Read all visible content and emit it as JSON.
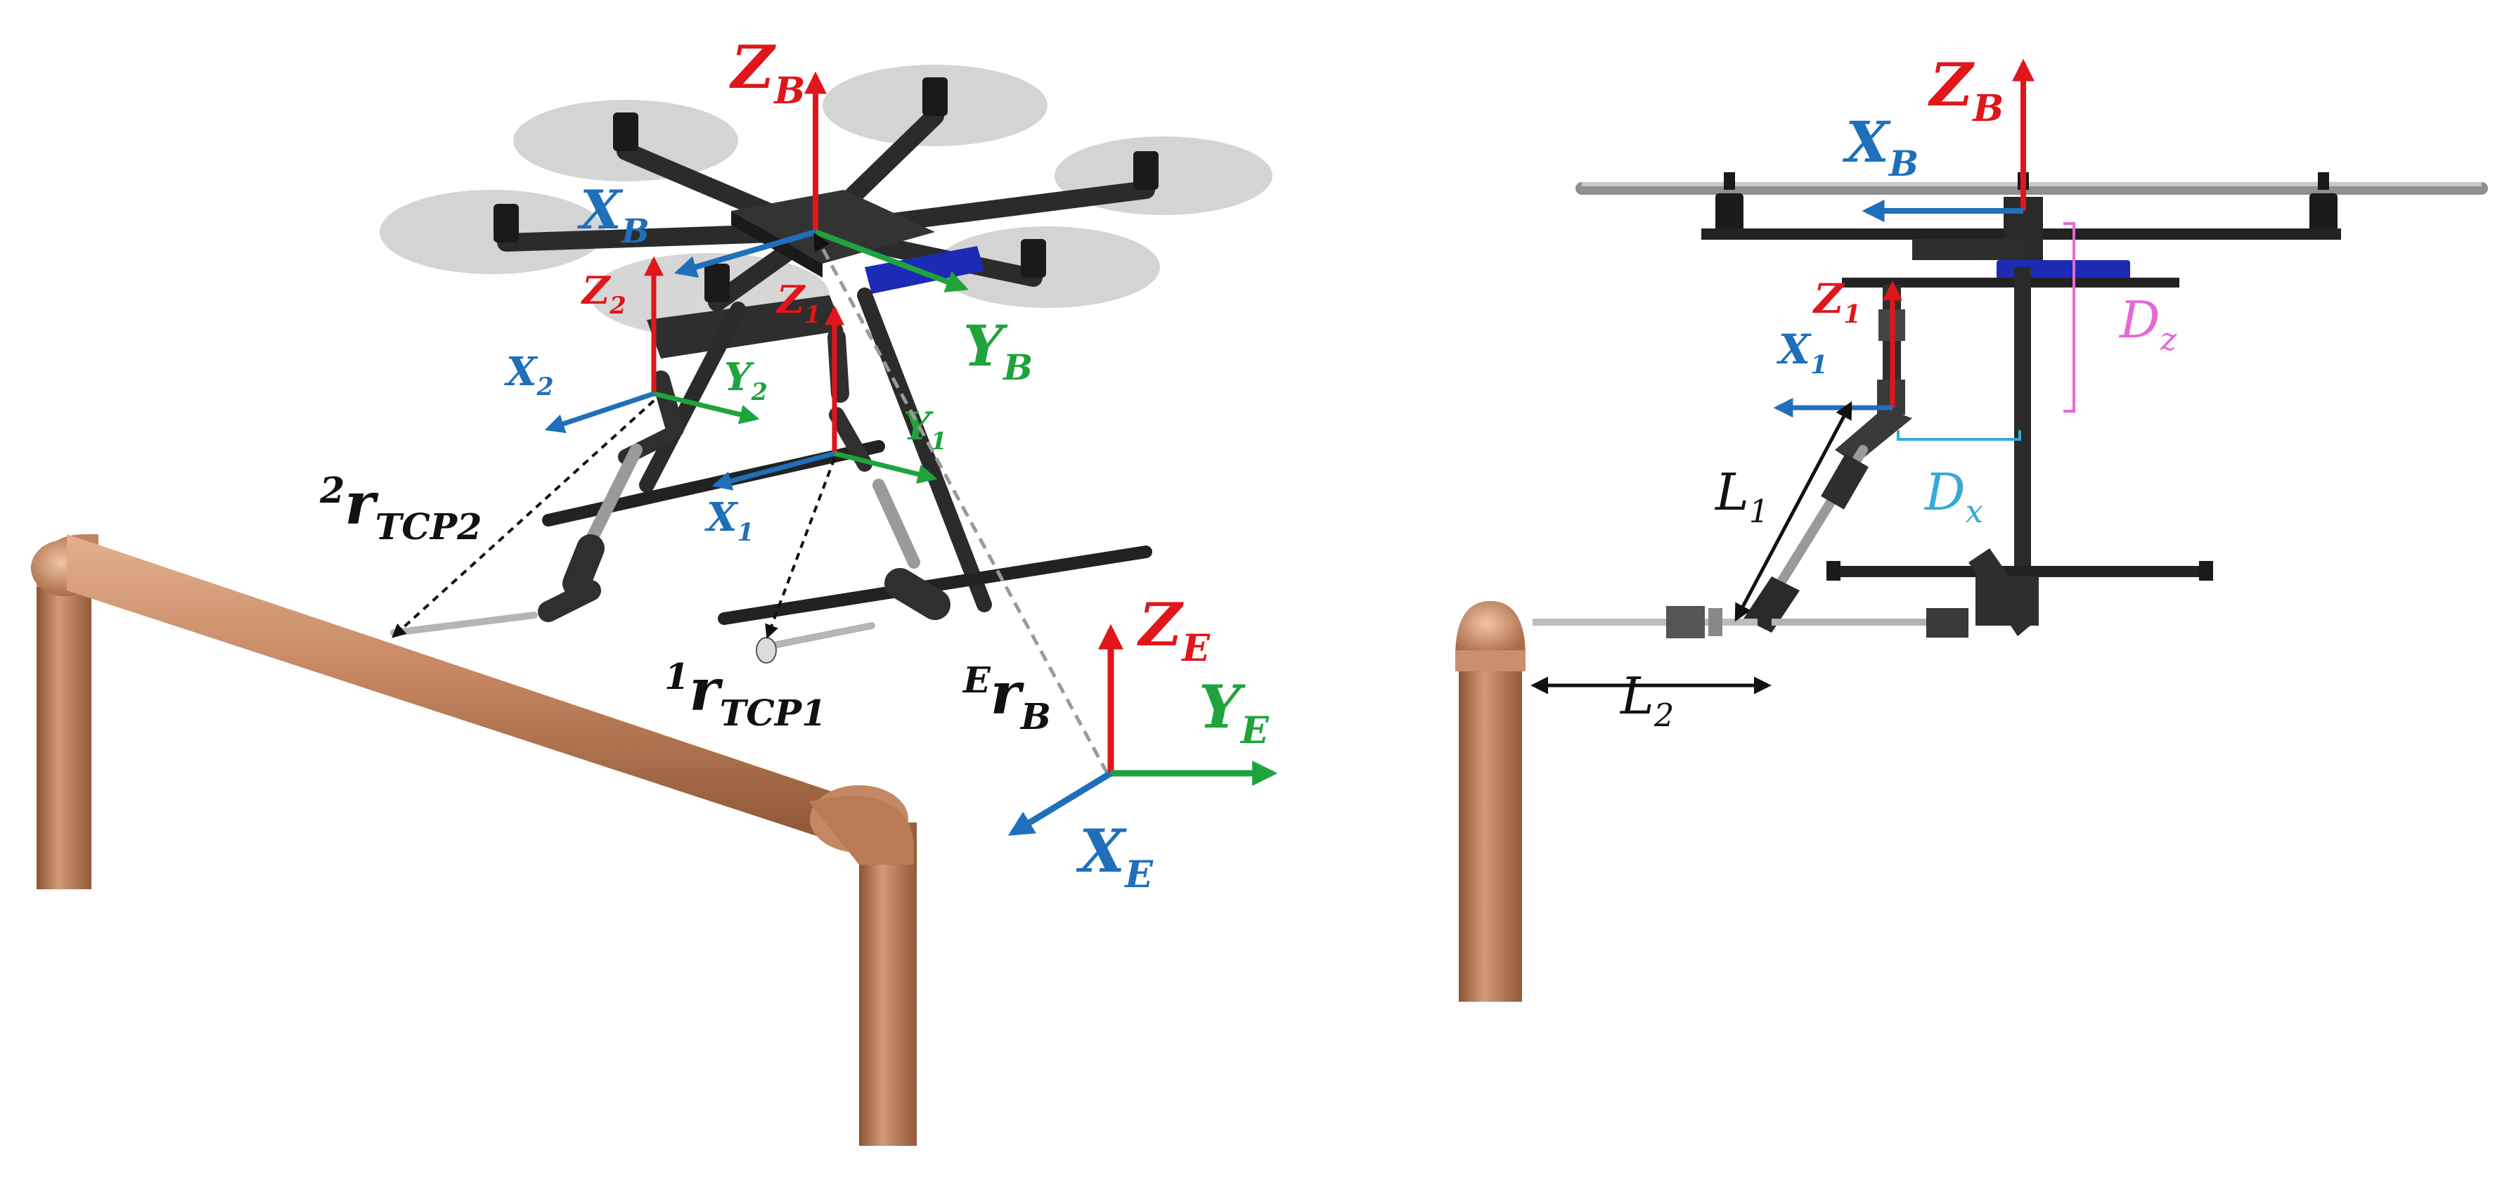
{
  "colors": {
    "z_axis": "#e0161b",
    "x_axis": "#1f6fba",
    "y_axis": "#1fa33c",
    "pipe": "#b97a55",
    "drone_frame": "#2b2b2b",
    "propeller_disk": "#cfcfcf",
    "battery": "#1c2bb5",
    "dz_marker": "#e36ad6",
    "dx_marker": "#35a9d8",
    "vector_line": "#222222",
    "eb_line": "#9a9a9a"
  },
  "icons": {
    "pipe_left": "copper-pipe-handle",
    "pipe_right": "copper-pipe-stub",
    "drone_left": "hexacopter-isometric",
    "drone_right": "hexacopter-side-view"
  },
  "left_view": {
    "body_frame": {
      "z": "Z",
      "z_sub": "B",
      "x": "X",
      "x_sub": "B",
      "y": "Y",
      "y_sub": "B"
    },
    "arm2_frame": {
      "z": "Z",
      "z_sub": "2",
      "x": "X",
      "x_sub": "2",
      "y": "Y",
      "y_sub": "2"
    },
    "arm1_frame": {
      "z": "Z",
      "z_sub": "1",
      "x": "X",
      "x_sub": "1",
      "y": "Y",
      "y_sub": "1"
    },
    "earth_frame": {
      "z": "Z",
      "z_sub": "E",
      "x": "X",
      "x_sub": "E",
      "y": "Y",
      "y_sub": "E"
    },
    "vector_r2": {
      "sup": "2",
      "base": "r",
      "sub": "TCP2"
    },
    "vector_r1": {
      "sup": "1",
      "base": "r",
      "sub": "TCP1"
    },
    "vector_rb": {
      "sup": "E",
      "base": "r",
      "sub": "B"
    }
  },
  "right_view": {
    "body_frame": {
      "z": "Z",
      "z_sub": "B",
      "x": "X",
      "x_sub": "B"
    },
    "arm1_frame": {
      "z": "Z",
      "z_sub": "1",
      "x": "X",
      "x_sub": "1"
    },
    "dim_dz": {
      "base": "D",
      "sub": "z"
    },
    "dim_dx": {
      "base": "D",
      "sub": "x"
    },
    "dim_l1": {
      "base": "L",
      "sub": "1"
    },
    "dim_l2": {
      "base": "L",
      "sub": "2"
    }
  }
}
